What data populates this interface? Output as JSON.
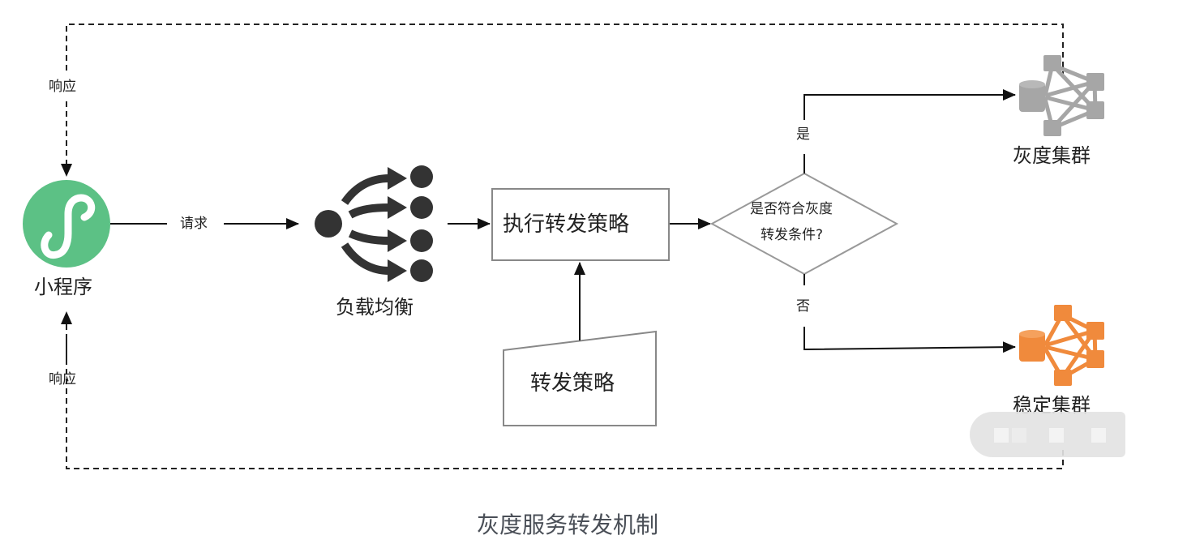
{
  "diagram": {
    "caption": "灰度服务转发机制",
    "nodes": {
      "miniprogram": {
        "label": "小程序",
        "icon": "mini-program-icon",
        "color": "#5cc185"
      },
      "load_balancer": {
        "label": "负载均衡",
        "icon": "load-balancer-icon",
        "color": "#333333"
      },
      "execute_strategy": {
        "label": "执行转发策略"
      },
      "strategy_store": {
        "label": "转发策略"
      },
      "decision": {
        "line1": "是否符合灰度",
        "line2": "转发条件?"
      },
      "gray_cluster": {
        "label": "灰度集群",
        "icon": "cluster-icon",
        "color": "#a6a6a6"
      },
      "stable_cluster": {
        "label": "稳定集群",
        "icon": "cluster-icon",
        "color": "#f08a3c"
      }
    },
    "edges": {
      "request": "请求",
      "yes": "是",
      "no": "否",
      "response_top": "响应",
      "response_bottom": "响应"
    }
  }
}
